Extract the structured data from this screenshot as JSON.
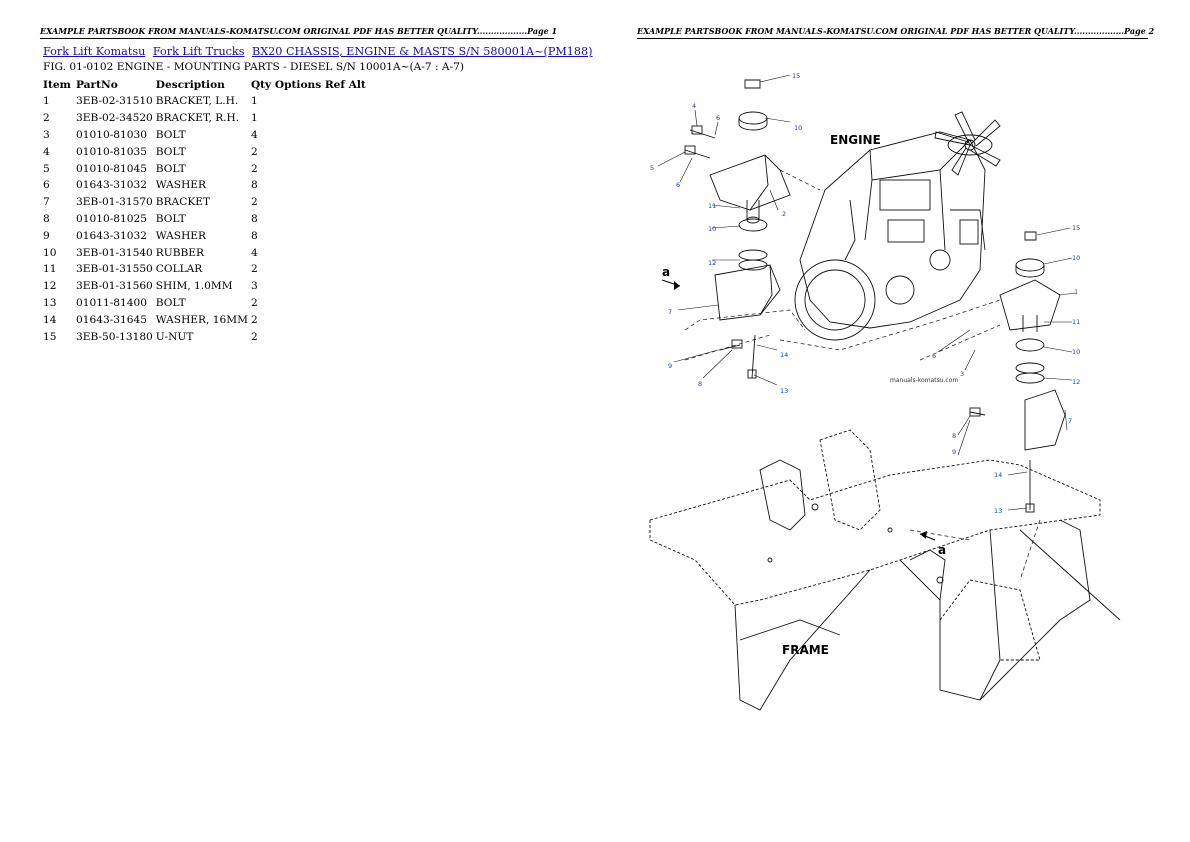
{
  "page1": {
    "banner": "EXAMPLE PARTSBOOK FROM MANUALS-KOMATSU.COM ORIGINAL PDF HAS BETTER QUALITY..................Page 1"
  },
  "page2": {
    "banner": "EXAMPLE PARTSBOOK FROM MANUALS-KOMATSU.COM ORIGINAL PDF HAS BETTER QUALITY..................Page 2"
  },
  "breadcrumbs": [
    "Fork Lift Komatsu",
    "Fork Lift Trucks",
    "BX20 CHASSIS, ENGINE & MASTS S/N 580001A~(PM188)"
  ],
  "figure_title": "FIG. 01-0102 ENGINE - MOUNTING PARTS - DIESEL S/N 10001A~(A-7 : A-7)",
  "table": {
    "headers": {
      "item": "Item",
      "partno": "PartNo",
      "description": "Description",
      "qty": "Qty Options Ref Alt"
    },
    "rows": [
      {
        "item": "1",
        "partno": "3EB-02-31510",
        "description": "BRACKET, L.H.",
        "qty": "1"
      },
      {
        "item": "2",
        "partno": "3EB-02-34520",
        "description": "BRACKET, R.H.",
        "qty": "1"
      },
      {
        "item": "3",
        "partno": "01010-81030",
        "description": "BOLT",
        "qty": "4"
      },
      {
        "item": "4",
        "partno": "01010-81035",
        "description": "BOLT",
        "qty": "2"
      },
      {
        "item": "5",
        "partno": "01010-81045",
        "description": "BOLT",
        "qty": "2"
      },
      {
        "item": "6",
        "partno": "01643-31032",
        "description": "WASHER",
        "qty": "8"
      },
      {
        "item": "7",
        "partno": "3EB-01-31570",
        "description": "BRACKET",
        "qty": "2"
      },
      {
        "item": "8",
        "partno": "01010-81025",
        "description": "BOLT",
        "qty": "8"
      },
      {
        "item": "9",
        "partno": "01643-31032",
        "description": "WASHER",
        "qty": "8"
      },
      {
        "item": "10",
        "partno": "3EB-01-31540",
        "description": "RUBBER",
        "qty": "4"
      },
      {
        "item": "11",
        "partno": "3EB-01-31550",
        "description": "COLLAR",
        "qty": "2"
      },
      {
        "item": "12",
        "partno": "3EB-01-31560",
        "description": "SHIM, 1.0MM",
        "qty": "3"
      },
      {
        "item": "13",
        "partno": "01011-81400",
        "description": "BOLT",
        "qty": "2"
      },
      {
        "item": "14",
        "partno": "01643-31645",
        "description": "WASHER, 16MM",
        "qty": "2"
      },
      {
        "item": "15",
        "partno": "3EB-50-13180",
        "description": "U-NUT",
        "qty": "2"
      }
    ]
  },
  "diagram": {
    "engine_label": "ENGINE",
    "frame_label": "FRAME",
    "watermark": "manuals-komatsu.com",
    "view_mark": "a",
    "callouts": {
      "c15a": "15",
      "c10a": "10",
      "c4": "4",
      "c6a": "6",
      "c5": "5",
      "c6b": "6",
      "c11a": "11",
      "c2": "2",
      "c10b": "10",
      "c12a": "12",
      "c7a": "7",
      "c9a": "9",
      "c8a": "8",
      "c14a": "14",
      "c13a": "13",
      "c15b": "15",
      "c10c": "10",
      "c1": "1",
      "c11b": "11",
      "c10d": "10",
      "c12b": "12",
      "c6c": "6",
      "c3": "3",
      "c8b": "8",
      "c9b": "9",
      "c7b": "7",
      "c14b": "14",
      "c13b": "13"
    }
  }
}
